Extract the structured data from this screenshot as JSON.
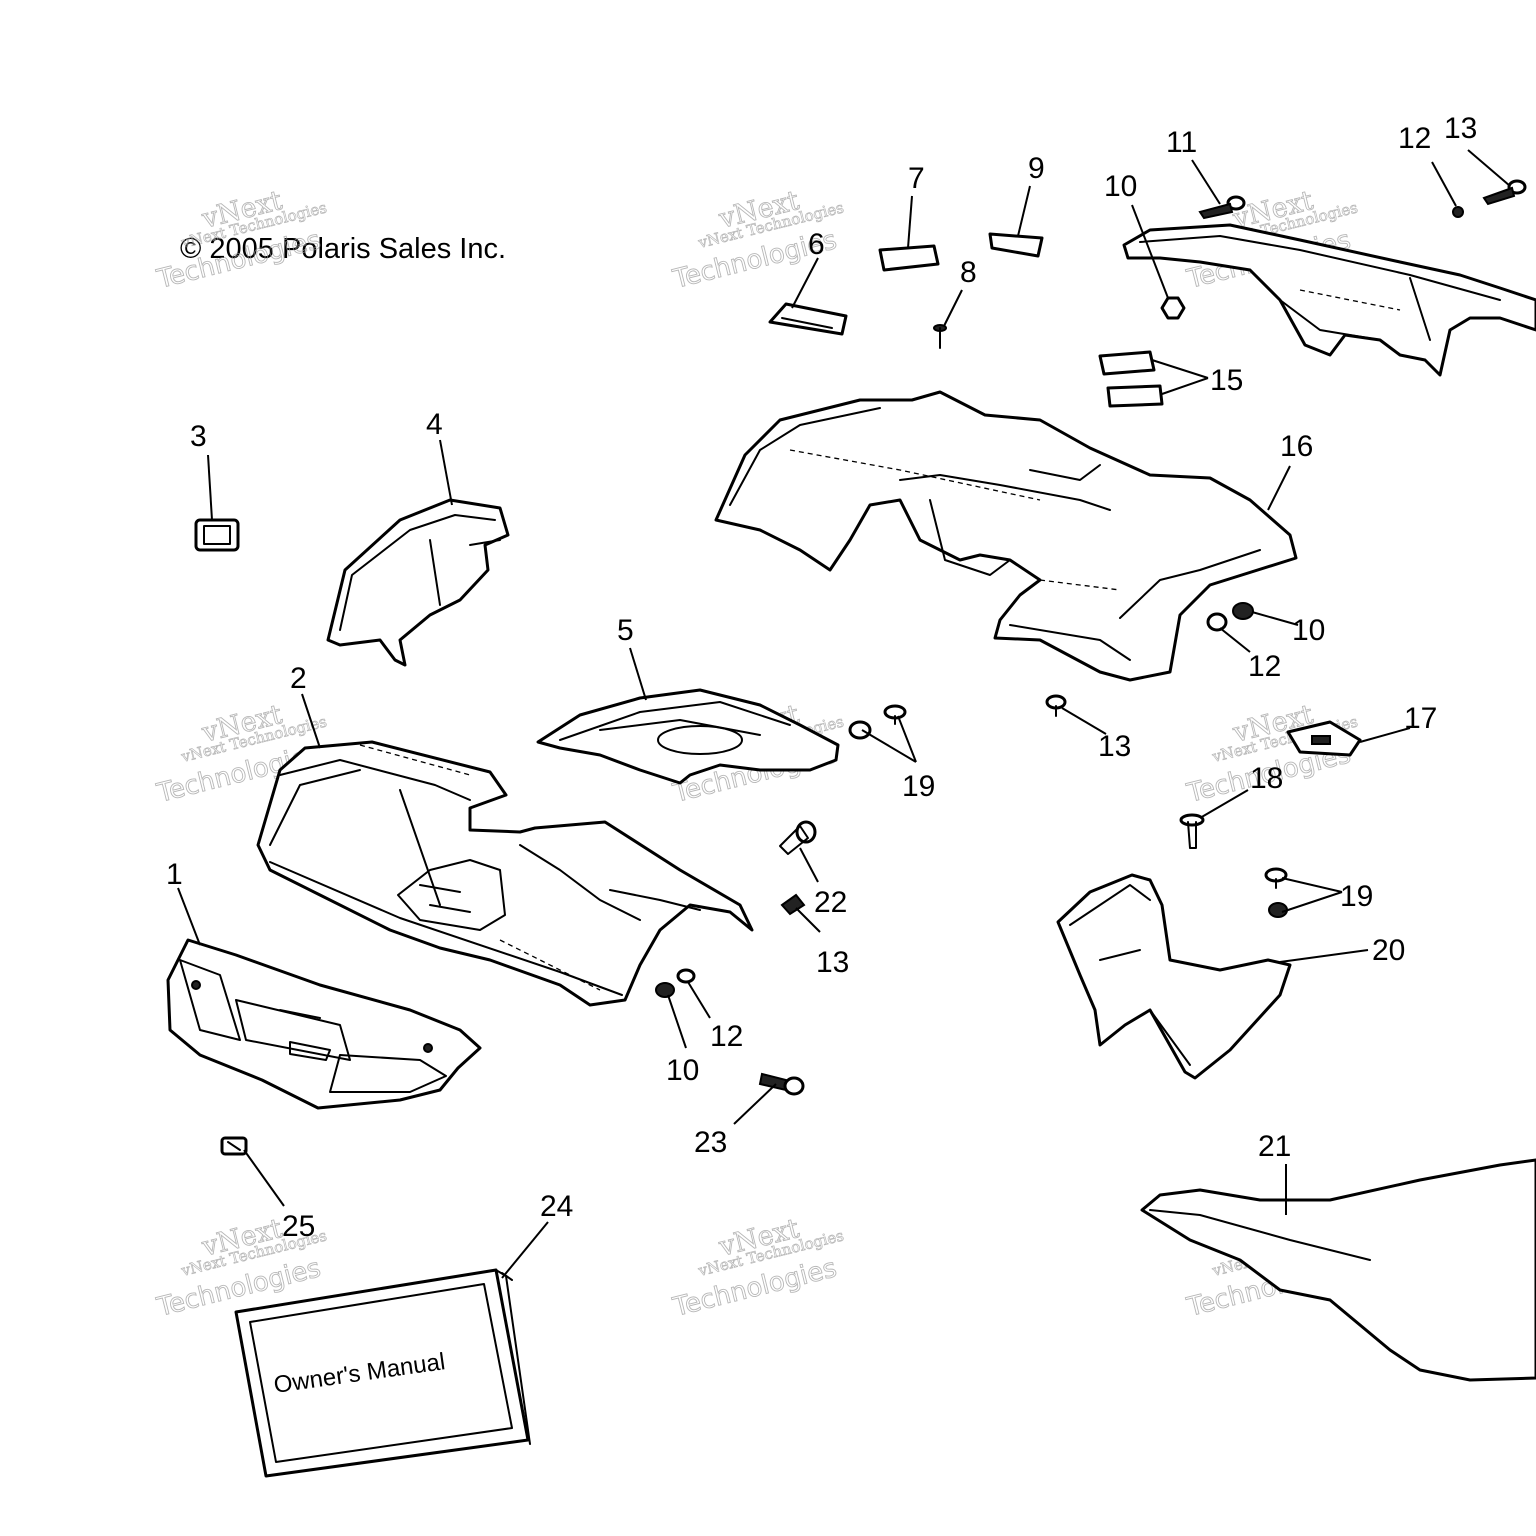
{
  "copyright": "© 2005 Polaris Sales Inc.",
  "manual_title": "Owner's Manual",
  "watermark": {
    "line1": "vNext Technologies",
    "line2": "vNext",
    "line3": "Technologies"
  },
  "callouts": {
    "c1": "1",
    "c2": "2",
    "c3": "3",
    "c4": "4",
    "c5": "5",
    "c6": "6",
    "c7": "7",
    "c8": "8",
    "c9": "9",
    "c10a": "10",
    "c10b": "10",
    "c10c": "10",
    "c11": "11",
    "c12a": "12",
    "c12b": "12",
    "c12c": "12",
    "c13a": "13",
    "c13b": "13",
    "c13c": "13",
    "c15": "15",
    "c16": "16",
    "c17": "17",
    "c18": "18",
    "c19a": "19",
    "c19b": "19",
    "c20": "20",
    "c21": "21",
    "c22": "22",
    "c23": "23",
    "c24": "24",
    "c25": "25"
  }
}
